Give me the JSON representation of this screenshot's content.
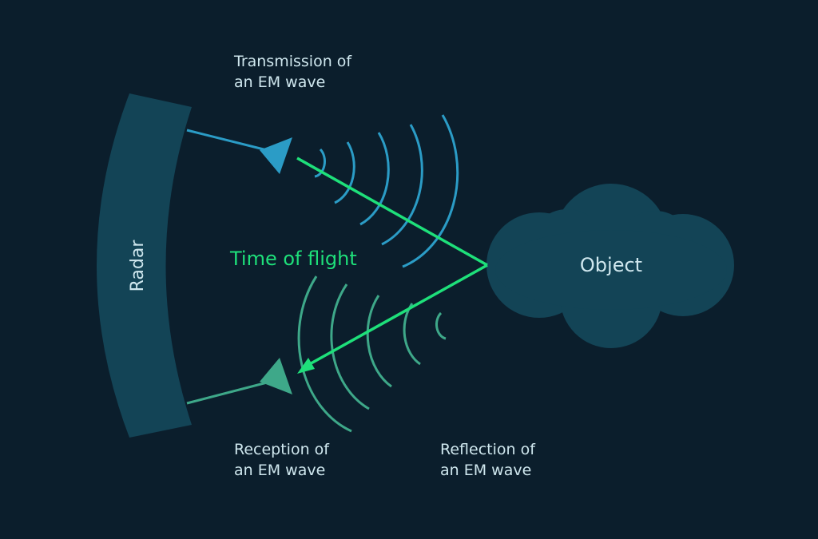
{
  "labels": {
    "radar": "Radar",
    "object": "Object",
    "time_of_flight": "Time of flight",
    "transmission": [
      "Transmission of",
      "an EM wave"
    ],
    "reception": [
      "Reception of",
      "an EM wave"
    ],
    "reflection": [
      "Reflection of",
      "an EM wave"
    ]
  },
  "colors": {
    "background": "#0b1e2c",
    "radar_panel": "#134456",
    "object_cloud": "#134456",
    "transmit_wave": "#2b9cc6",
    "receive_wave": "#3ea889",
    "flight_path": "#1ee07a",
    "label_text": "#cfe7ee",
    "shape_text": "#cfe7ee"
  }
}
